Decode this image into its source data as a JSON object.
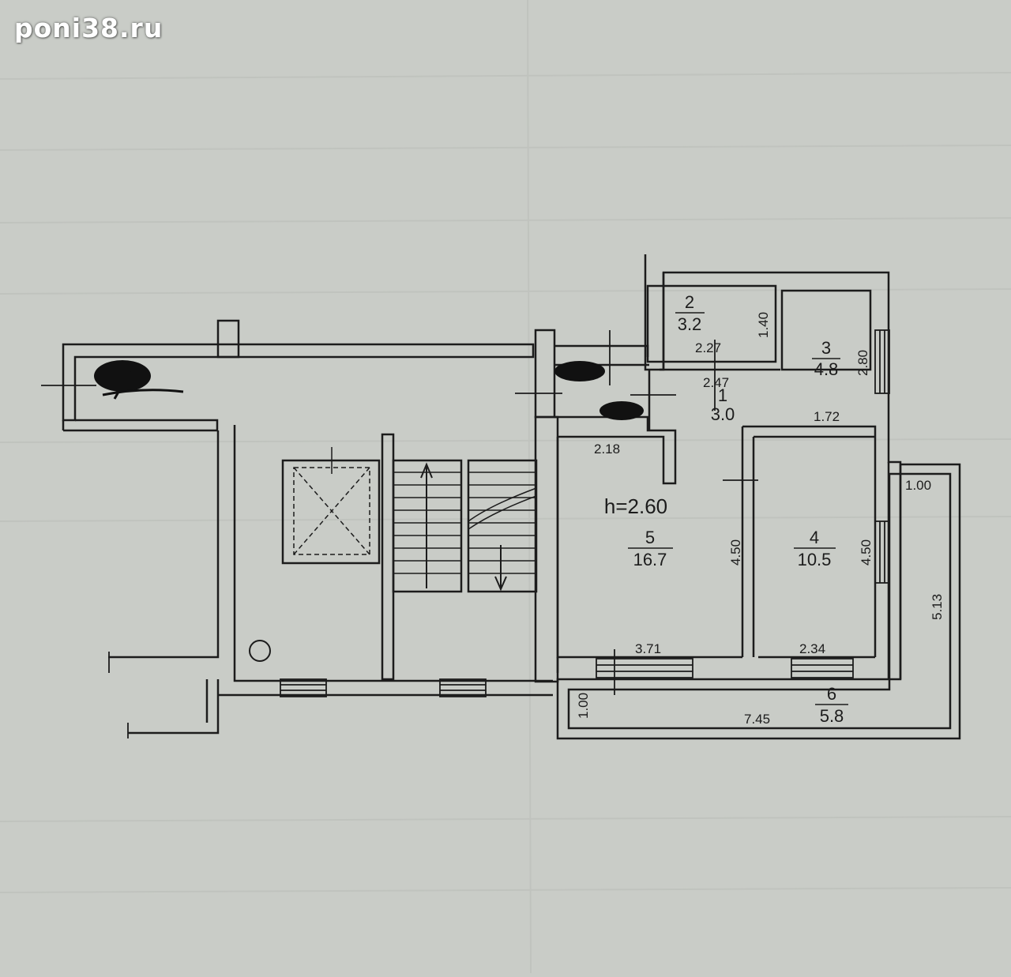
{
  "watermark": "poni38.ru",
  "ceiling_height": "h=2.60",
  "rooms": [
    {
      "number": "2",
      "area": "3.2"
    },
    {
      "number": "1",
      "area": "3.0"
    },
    {
      "number": "3",
      "area": "4.8"
    },
    {
      "number": "5",
      "area": "16.7"
    },
    {
      "number": "4",
      "area": "10.5"
    },
    {
      "number": "6",
      "area": "5.8"
    }
  ],
  "dimensions": {
    "d_2_27": "2.27",
    "d_1_40": "1.40",
    "d_2_47": "2.47",
    "d_2_80": "2.80",
    "d_1_72": "1.72",
    "d_2_18": "2.18",
    "d_1_00_top": "1.00",
    "d_4_50_left": "4.50",
    "d_4_50_right": "4.50",
    "d_5_13": "5.13",
    "d_3_71": "3.71",
    "d_2_34": "2.34",
    "d_1_00_left": "1.00",
    "d_7_45": "7.45"
  },
  "colors": {
    "paper": "#c9ccc7",
    "ink": "#1c1c1c",
    "redaction": "#111111"
  }
}
